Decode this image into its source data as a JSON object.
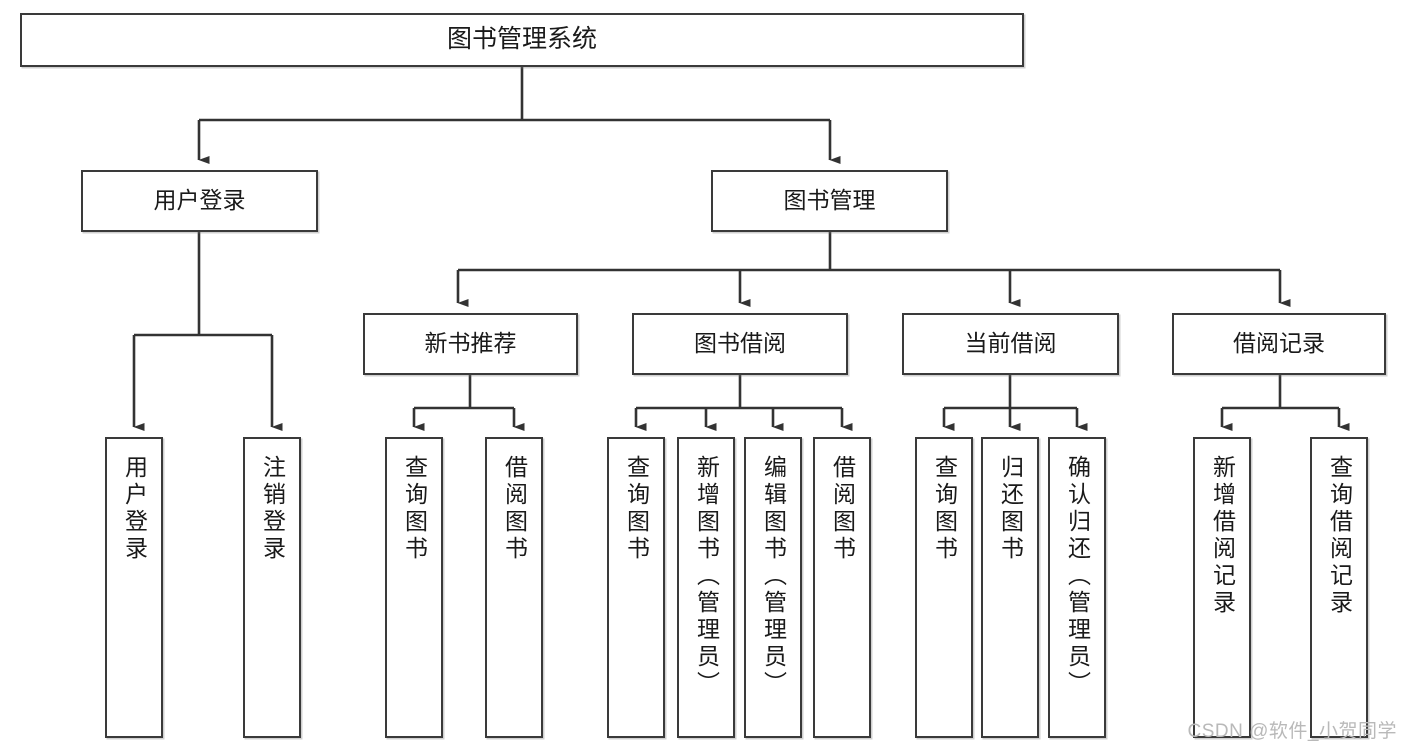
{
  "diagram": {
    "title": "图书管理系统",
    "type": "hierarchy-tree",
    "root": {
      "label": "图书管理系统"
    },
    "level2": [
      {
        "label": "用户登录"
      },
      {
        "label": "图书管理"
      }
    ],
    "level3": [
      {
        "label": "新书推荐"
      },
      {
        "label": "图书借阅"
      },
      {
        "label": "当前借阅"
      },
      {
        "label": "借阅记录"
      }
    ],
    "leaves": [
      {
        "label": "用户登录",
        "parent": "用户登录"
      },
      {
        "label": "注销登录",
        "parent": "用户登录"
      },
      {
        "label": "查询图书",
        "parent": "新书推荐"
      },
      {
        "label": "借阅图书",
        "parent": "新书推荐"
      },
      {
        "label": "查询图书",
        "parent": "图书借阅"
      },
      {
        "label": "新增图书（管理员）",
        "parent": "图书借阅"
      },
      {
        "label": "编辑图书（管理员）",
        "parent": "图书借阅"
      },
      {
        "label": "借阅图书",
        "parent": "图书借阅"
      },
      {
        "label": "查询图书",
        "parent": "当前借阅"
      },
      {
        "label": "归还图书",
        "parent": "当前借阅"
      },
      {
        "label": "确认归还（管理员）",
        "parent": "当前借阅"
      },
      {
        "label": "新增借阅记录",
        "parent": "借阅记录"
      },
      {
        "label": "查询借阅记录",
        "parent": "借阅记录"
      }
    ]
  },
  "watermark": {
    "text": "CSDN @软件_小贺同学"
  },
  "colors": {
    "box_border": "#3a3a3a",
    "box_fill": "#ffffff",
    "line": "#333333",
    "text": "#1a1a1a",
    "watermark": "#b9b9b9"
  }
}
